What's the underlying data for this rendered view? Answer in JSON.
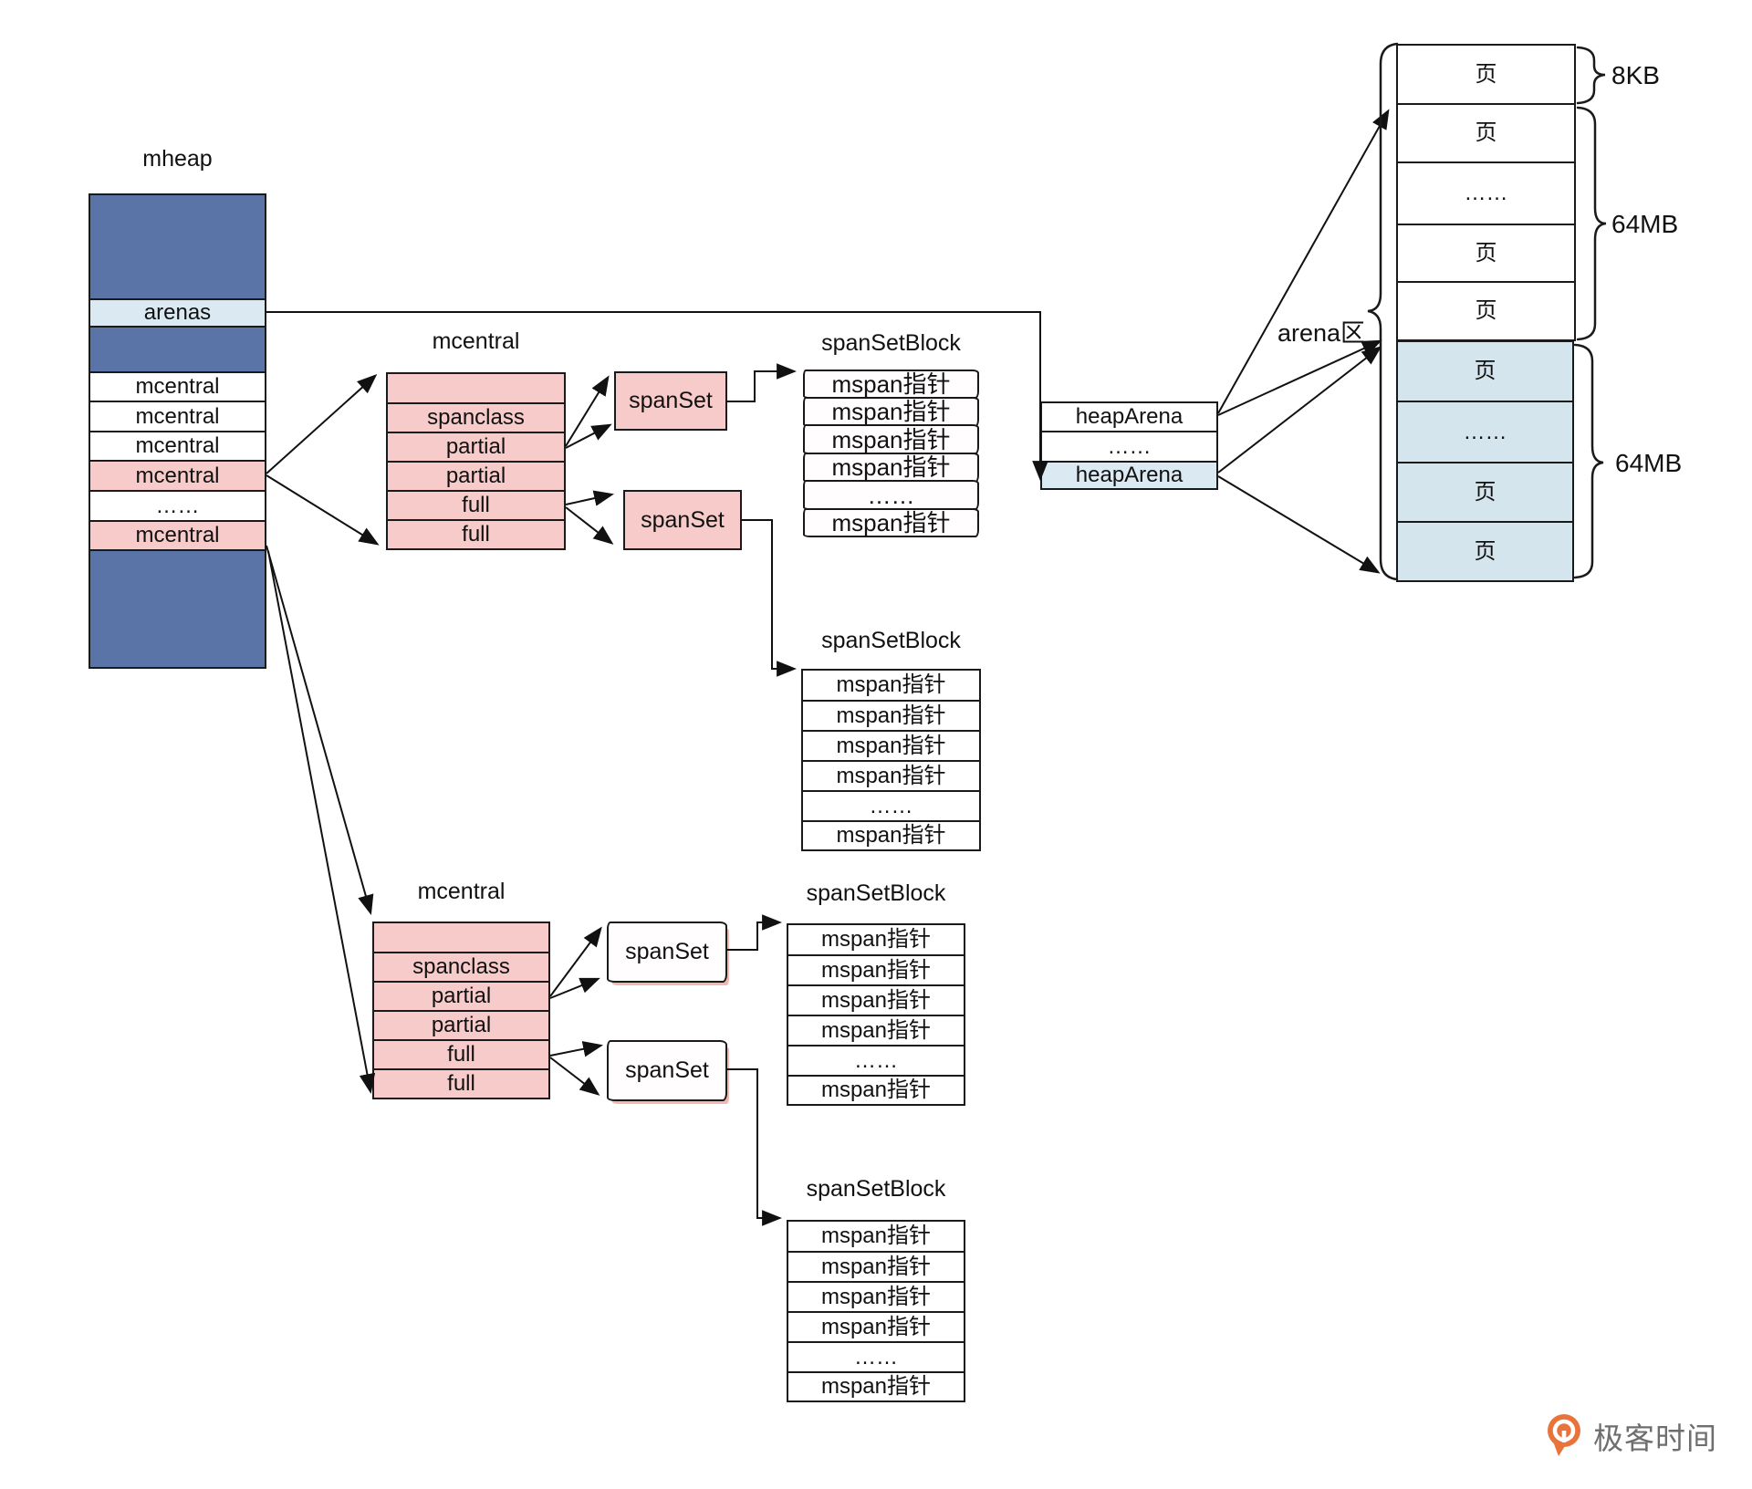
{
  "colors": {
    "dark_blue": "#5a74a8",
    "light_blue_arenas": "#dbe9f2",
    "light_blue_page": "#d5e5ee",
    "pink": "#f7cbc9",
    "hatch_pink": "#eb857c",
    "line": "#111111",
    "logo_orange": "#e8743c",
    "logo_text_gray": "#6e6e6e"
  },
  "mheap": {
    "title": "mheap",
    "rows": [
      "",
      "arenas",
      "",
      "mcentral",
      "mcentral",
      "mcentral",
      "mcentral",
      "……",
      "mcentral",
      ""
    ]
  },
  "mcentral": {
    "title": "mcentral",
    "rows": [
      "",
      "spanclass",
      "partial",
      "partial",
      "full",
      "full"
    ]
  },
  "spanset": {
    "label": "spanSet"
  },
  "block": {
    "title": "spanSetBlock",
    "rows": [
      "mspan指针",
      "mspan指针",
      "mspan指针",
      "mspan指针",
      "……",
      "mspan指针"
    ]
  },
  "heaparena": {
    "rows": [
      "heapArena",
      "……",
      "heapArena"
    ]
  },
  "pages_white": {
    "rows": [
      "页",
      "页",
      "……",
      "页",
      "页"
    ]
  },
  "pages_blue": {
    "rows": [
      "页",
      "……",
      "页",
      "页"
    ]
  },
  "annotations": {
    "arena_area": "arena区",
    "size_8kb": "8KB",
    "size_64mb": "64MB"
  },
  "logo": {
    "brand": "极客时间"
  }
}
